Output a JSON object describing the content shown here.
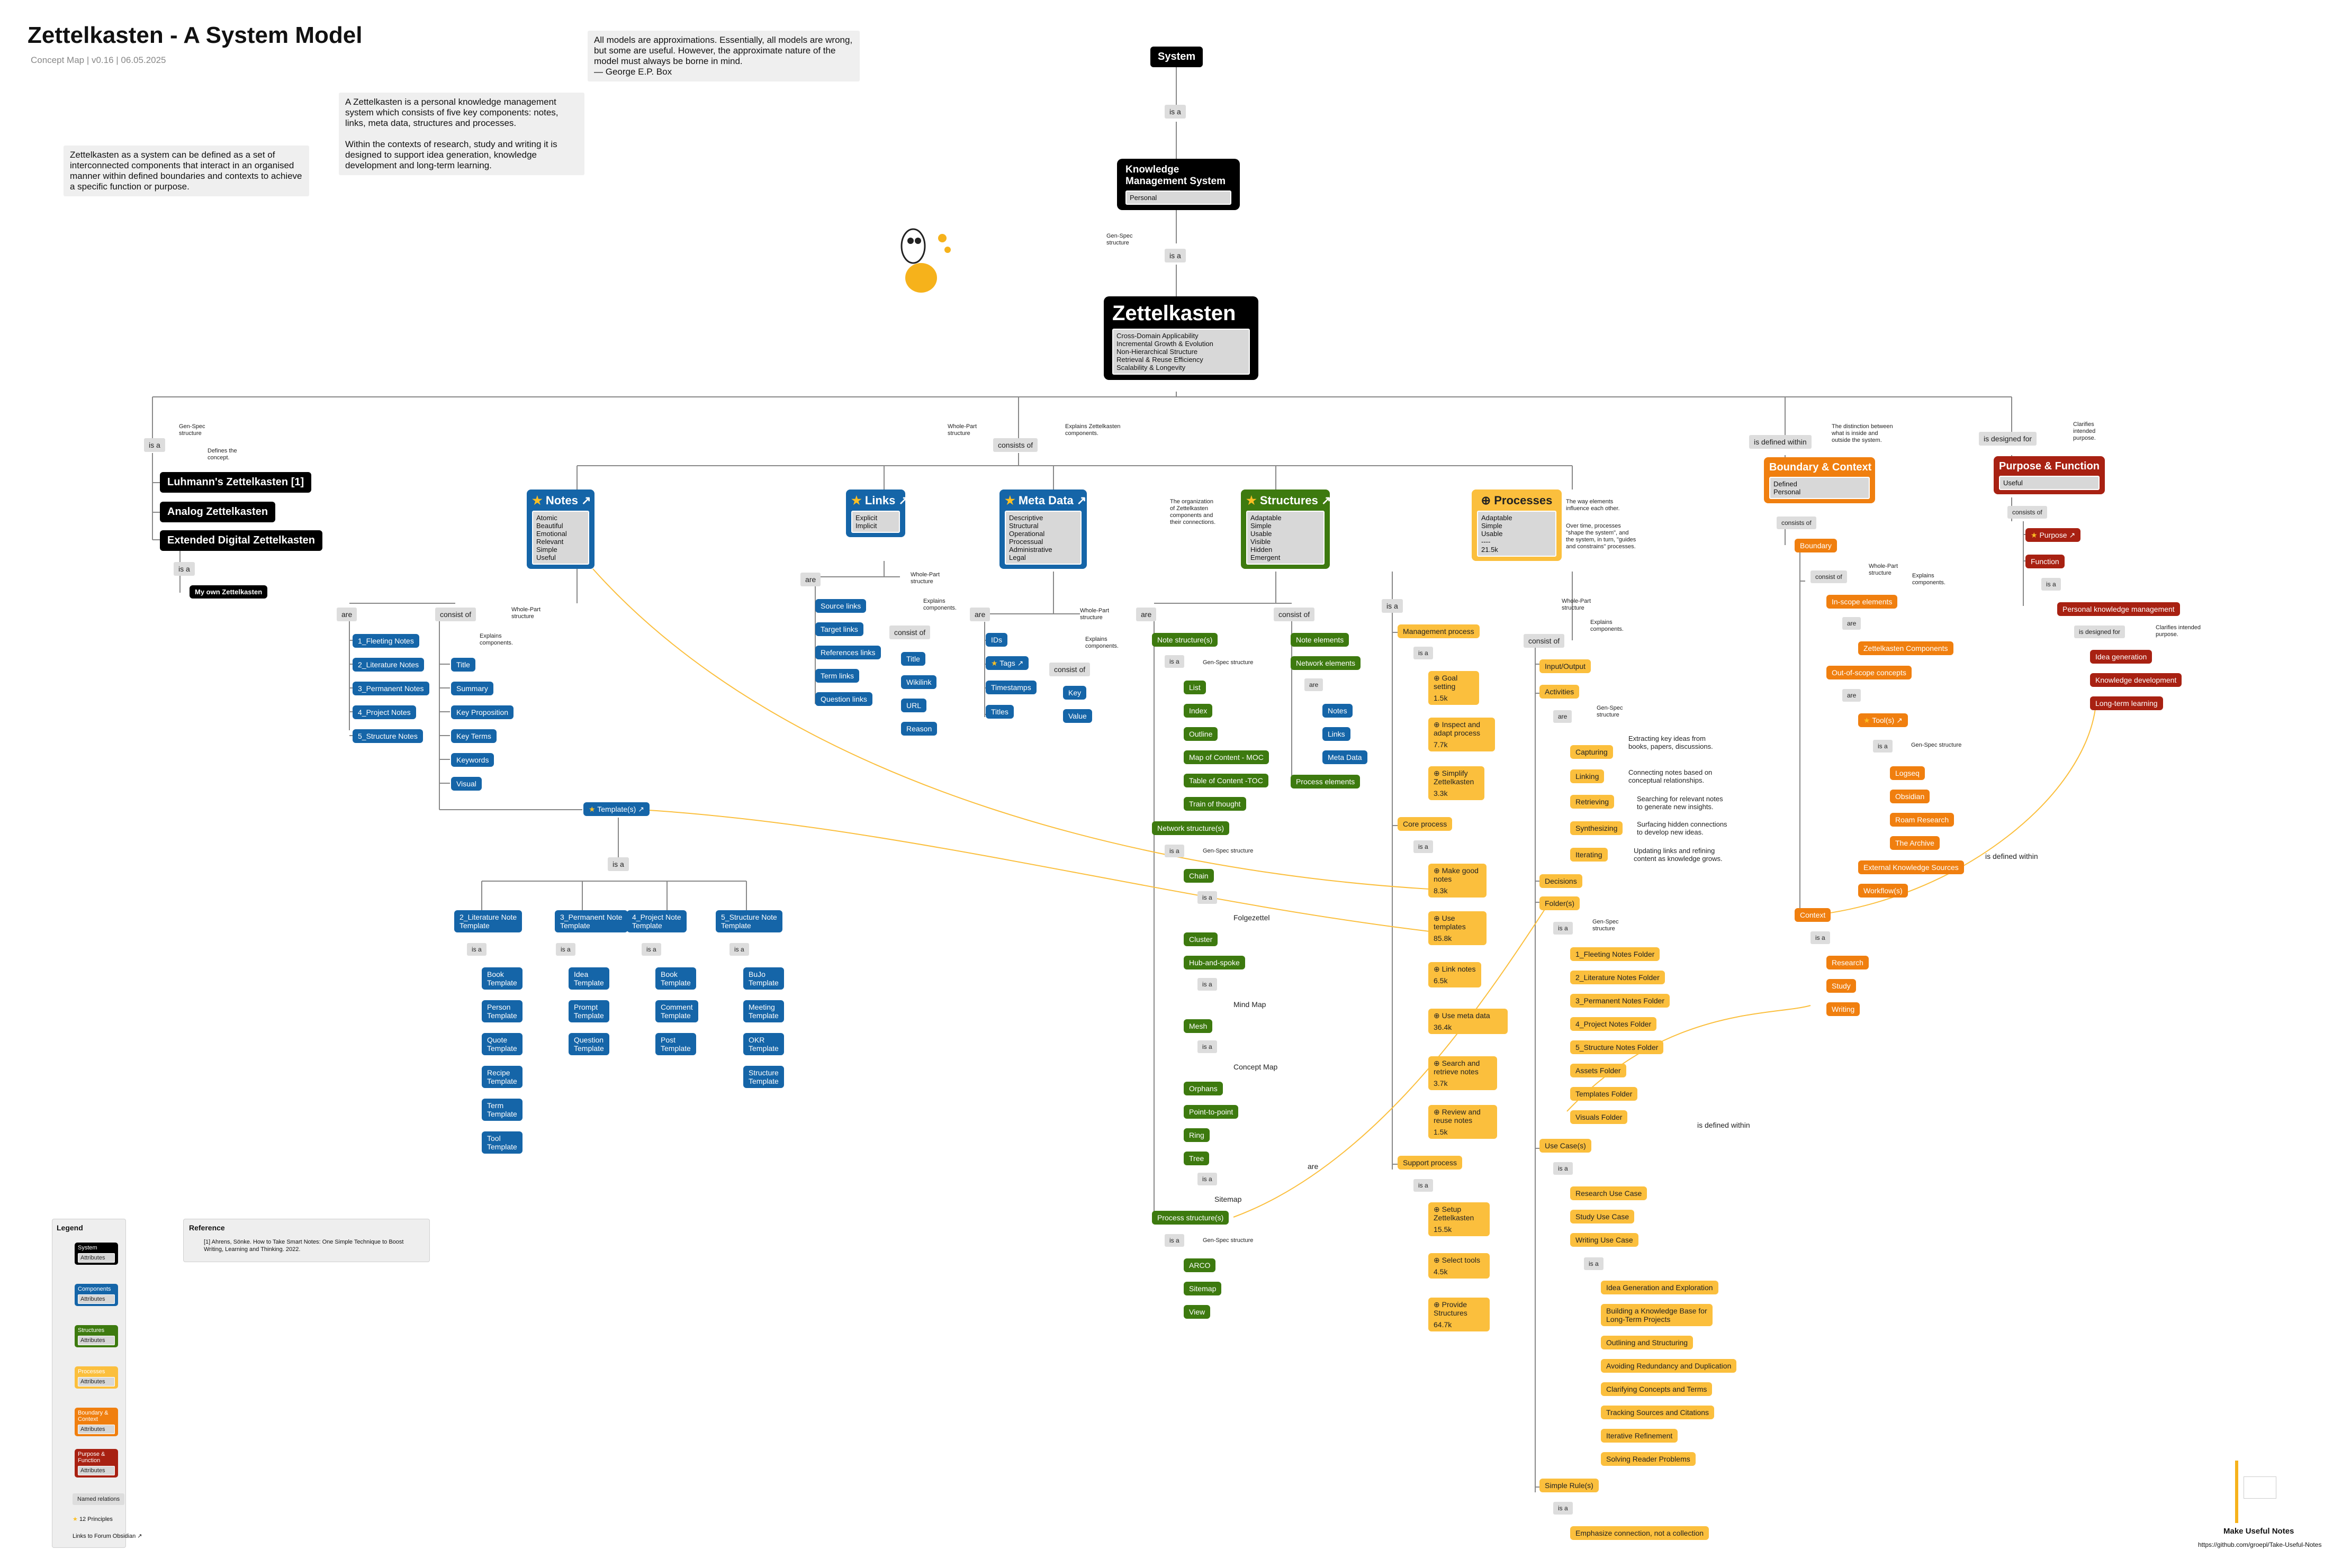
{
  "title": "Zettelkasten - A System Model",
  "subtitle": "Concept Map | v0.16 | 06.05.2025",
  "quote": "All models are approximations. Essentially, all models are wrong, but some are useful. However, the approximate nature of the model must always be borne in mind.\n— George E.P. Box",
  "intro_left": "Zettelkasten as a system can be defined as a set of interconnected components that interact in an organised manner within defined boundaries and contexts to achieve a specific function or purpose.",
  "intro_right": "A Zettelkasten is a personal knowledge management system which consists of five key components: notes, links, meta data, structures and processes.\n\nWithin the contexts of research, study and writing it is designed to support idea generation, knowledge development and long-term learning.",
  "top": {
    "system": "System",
    "is_a_1": "is a",
    "kms_title": "Knowledge\nManagement System",
    "kms_attr": "Personal",
    "gen_spec": "Gen-Spec\nstructure",
    "is_a_2": "is a",
    "zk_title": "Zettelkasten",
    "zk_attr": "Cross-Domain Applicability\nIncremental Growth & Evolution\nNon-Hierarchical Structure\nRetrieval & Reuse Efficiency\nScalability  & Longevity"
  },
  "left_branch": {
    "is_a": "is a",
    "ann1": "Gen-Spec\nstructure",
    "ann2": "Defines the\nconcept.",
    "types": [
      "Luhmann's Zettelkasten [1]",
      "Analog Zettelkasten",
      "Extended Digital Zettelkasten"
    ],
    "is_a_2": "is a",
    "own": "My own Zettelkasten"
  },
  "consists": {
    "label": "consists of",
    "ann1": "Whole-Part\nstructure",
    "ann2": "Explains Zettelkasten\ncomponents."
  },
  "notes": {
    "title": "Notes",
    "attr": "Atomic\nBeautiful\nEmotional\nRelevant\nSimple\nUseful",
    "are": "are",
    "types": [
      "1_Fleeting Notes",
      "2_Literature Notes",
      "3_Permanent Notes",
      "4_Project Notes",
      "5_Structure Notes"
    ],
    "consist_of": "consist of",
    "ann1": "Whole-Part\nstructure",
    "ann2": "Explains\ncomponents.",
    "parts": [
      "Title",
      "Summary",
      "Key Proposition",
      "Key Terms",
      "Keywords",
      "Visual"
    ],
    "template": "Template(s)",
    "is_a": "is a",
    "templates": [
      "2_Literature Note\nTemplate",
      "3_Permanent Note\nTemplate",
      "4_Project Note\nTemplate",
      "5_Structure Note\nTemplate"
    ],
    "lit_children": [
      "Book\nTemplate",
      "Person\nTemplate",
      "Quote\nTemplate",
      "Recipe\nTemplate",
      "Term\nTemplate",
      "Tool\nTemplate"
    ],
    "perm_children": [
      "Idea\nTemplate",
      "Prompt\nTemplate",
      "Question\nTemplate"
    ],
    "proj_children": [
      "Book\nTemplate",
      "Comment\nTemplate",
      "Post\nTemplate"
    ],
    "struct_children": [
      "BuJo\nTemplate",
      "Meeting\nTemplate",
      "OKR\nTemplate",
      "Structure\nTemplate"
    ],
    "is_a_small": "is a"
  },
  "links": {
    "title": "Links",
    "attr": "Explicit\nImplicit",
    "are": "are",
    "types": [
      "Source links",
      "Target links",
      "References links",
      "Term links",
      "Question links"
    ],
    "consist_of": "consist of",
    "ann1": "Whole-Part\nstructure",
    "ann2": "Explains\ncomponents.",
    "parts": [
      "Title",
      "Wikilink",
      "URL",
      "Reason"
    ]
  },
  "meta": {
    "title": "Meta Data",
    "attr": "Descriptive\nStructural\nOperational\nProcessual\nAdministrative\nLegal",
    "are": "are",
    "types": [
      "IDs",
      "Tags",
      "Timestamps",
      "Titles"
    ],
    "consist_of": "consist of",
    "ann1": "Whole-Part\nstructure",
    "ann2": "Explains\ncomponents.",
    "parts": [
      "Key",
      "Value"
    ]
  },
  "structures": {
    "title": "Structures",
    "attr": "Adaptable\nSimple\nUsable\nVisible\nHidden\nEmergent",
    "side": "The organization\nof Zettelkasten\ncomponents and\ntheir connections.",
    "are": "are",
    "consist_of": "consist of",
    "note_structure": "Note structure(s)",
    "is_a": "is a",
    "gen_spec": "Gen-Spec structure",
    "note_types": [
      "List",
      "Index",
      "Outline",
      "Map of Content - MOC",
      "Table of Content -TOC",
      "Train of thought"
    ],
    "network_structure": "Network structure(s)",
    "network_types": [
      "Chain",
      "Cluster",
      "Hub-and-spoke",
      "Mesh",
      "Orphans",
      "Point-to-point",
      "Ring",
      "Tree"
    ],
    "chain_sub": "Folgezettel",
    "hub_sub": "Mind Map",
    "mesh_sub": "Concept Map",
    "tree_sub": "Sitemap",
    "process_structure": "Process structure(s)",
    "process_types": [
      "ARCO",
      "Sitemap",
      "View"
    ],
    "elements": [
      "Note elements",
      "Network elements",
      "Process elements"
    ],
    "net_el": [
      "Notes",
      "Links",
      "Meta Data"
    ],
    "are_label": "are"
  },
  "processes": {
    "title": "Processes",
    "attr": "Adaptable\nSimple\nUsable\n----\n21.5k",
    "ann_right1": "The way elements\ninfluence each other.",
    "ann_right2": "Over time, processes\n\"shape the system\", and\nthe system, in turn, \"guides\nand constrains\" processes.",
    "is_a": "is a",
    "management": "Management process",
    "mgmt_items": [
      {
        "label": "Goal setting",
        "count": "1.5k"
      },
      {
        "label": "Inspect and\nadapt process",
        "count": "7.7k"
      },
      {
        "label": "Simplify\nZettelkasten",
        "count": "3.3k"
      }
    ],
    "core": "Core process",
    "core_items": [
      {
        "label": "Make good\nnotes",
        "count": "8.3k"
      },
      {
        "label": "Use\ntemplates",
        "count": "85.8k"
      },
      {
        "label": "Link notes",
        "count": "6.5k"
      },
      {
        "label": "Use meta data",
        "count": "36.4k"
      },
      {
        "label": "Search and\nretrieve notes",
        "count": "3.7k"
      },
      {
        "label": "Review and\nreuse notes",
        "count": "1.5k"
      }
    ],
    "support": "Support process",
    "support_items": [
      {
        "label": "Setup\nZettelkasten",
        "count": "15.5k"
      },
      {
        "label": "Select tools",
        "count": "4.5k"
      },
      {
        "label": "Provide\nStructures",
        "count": "64.7k"
      }
    ],
    "consist_of": "consist of",
    "ann_wp1": "Whole-Part\nstructure",
    "ann_wp2": "Explains\ncomponents.",
    "io": "Input/Output",
    "activities": "Activities",
    "are": "are",
    "act_gen": "Gen-Spec\nstructure",
    "activity_items": [
      {
        "label": "Capturing",
        "desc": "Extracting key ideas from\nbooks, papers, discussions."
      },
      {
        "label": "Linking",
        "desc": "Connecting notes based on\nconceptual relationships."
      },
      {
        "label": "Retrieving",
        "desc": "Searching for relevant notes\nto generate new insights."
      },
      {
        "label": "Synthesizing",
        "desc": "Surfacing hidden connections\nto develop new ideas."
      },
      {
        "label": "Iterating",
        "desc": "Updating links and refining\ncontent as knowledge grows."
      }
    ],
    "decisions": "Decisions",
    "folders": "Folder(s)",
    "is_a_f": "is a",
    "folder_gen": "Gen-Spec\nstructure",
    "folder_items": [
      "1_Fleeting Notes Folder",
      "2_Literature Notes Folder",
      "3_Permanent Notes Folder",
      "4_Project Notes Folder",
      "5_Structure Notes Folder",
      "Assets Folder",
      "Templates Folder",
      "Visuals Folder"
    ],
    "usecases": "Use Case(s)",
    "is_a_u": "is a",
    "usecase_items": [
      "Research Use Case",
      "Study Use Case",
      "Writing Use Case"
    ],
    "is_a_w": "is a",
    "writing_items": [
      "Idea Generation and Exploration",
      "Building a Knowledge Base for\nLong-Term Projects",
      "Outlining and Structuring",
      "Avoiding Redundancy and Duplication",
      "Clarifying Concepts and Terms",
      "Tracking Sources and Citations",
      "Iterative Refinement",
      "Solving Reader Problems"
    ],
    "rules": "Simple Rule(s)",
    "is_a_r": "is a",
    "rule_items": [
      "Emphasize connection, not a collection"
    ]
  },
  "boundary": {
    "label": "is defined within",
    "ann": "The distinction between\nwhat is inside and\noutside the system.",
    "title": "Boundary & Context",
    "attr": "Defined\nPersonal",
    "consists": "consists of",
    "boundary_node": "Boundary",
    "consist_of": "consist of",
    "ann2": "Whole-Part\nstructure",
    "ann3": "Explains\ncomponents.",
    "in_scope": "In-scope elements",
    "are": "are",
    "in_scope_item": "Zettelkasten Components",
    "out_scope": "Out-of-scope concepts",
    "are2": "are",
    "tools": "Tool(s)",
    "is_a": "is a",
    "gen_spec": "Gen-Spec structure",
    "tool_items": [
      "Logseq",
      "Obsidian",
      "Roam Research",
      "The Archive"
    ],
    "ext": [
      "External Knowledge Sources",
      "Workflow(s)"
    ],
    "context": "Context",
    "is_a2": "is a",
    "context_items": [
      "Research",
      "Study",
      "Writing"
    ],
    "defined_within_1": "is defined within",
    "defined_within_2": "is defined within",
    "are_label": "are"
  },
  "purpose": {
    "label": "is designed for",
    "ann": "Clarifies\nintended\npurpose.",
    "title": "Purpose & Function",
    "attr": "Useful",
    "consists": "consists of",
    "purpose_node": "Purpose",
    "function_node": "Function",
    "is_a": "is a",
    "pkm": "Personal knowledge management",
    "designed": "is designed for",
    "ann2": "Clarifies intended\npurpose.",
    "items": [
      "Idea generation",
      "Knowledge development",
      "Long-term learning"
    ]
  },
  "legend": {
    "title": "Legend",
    "items": [
      "System",
      "Components",
      "Structures",
      "Processes",
      "Boundary & Context",
      "Purpose & Function"
    ],
    "attr": "Attributes",
    "named": "Named relations",
    "principles": "12 Principles",
    "forum": "Links to Forum Obsidian"
  },
  "reference": {
    "title": "Reference",
    "text": "[1] Ahrens, Sönke. How to Take Smart Notes: One Simple Technique to Boost Writing, Learning and Thinking. 2022."
  },
  "footer": {
    "brand": "Make Useful Notes",
    "url": "https://github.com/groepl/Take-Useful-Notes"
  },
  "colors": {
    "system": "#000000",
    "components": "#1565a8",
    "structures": "#3d7a0f",
    "processes": "#fbbf3d",
    "boundary": "#f07f0f",
    "purpose": "#a82112"
  }
}
